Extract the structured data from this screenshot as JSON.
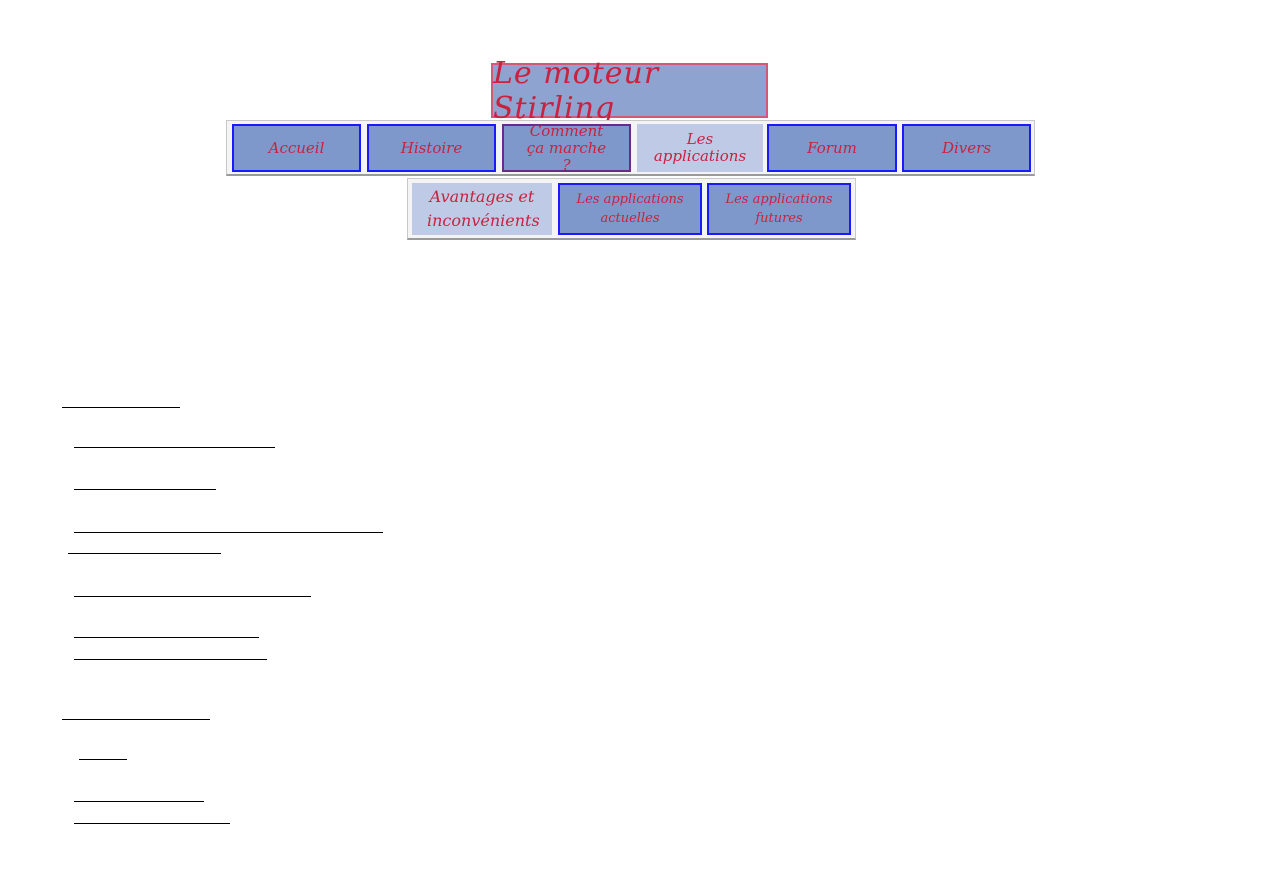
{
  "banner": {
    "title": "Le moteur Stirling"
  },
  "nav": {
    "items": [
      {
        "label": "Accueil"
      },
      {
        "label": "Histoire"
      },
      {
        "label": "Comment ça marche ?"
      },
      {
        "label": "Les applications"
      },
      {
        "label": "Forum"
      },
      {
        "label": "Divers"
      }
    ]
  },
  "subnav": {
    "items": [
      {
        "label": "Avantages et inconvénients"
      },
      {
        "label": "Les applications actuelles"
      },
      {
        "label": "Les applications futures"
      }
    ]
  },
  "colors": {
    "button_fill": "#7f98cc",
    "button_border": "#1a1aff",
    "active_fill": "#bfcbe6",
    "label_text": "#c8223f"
  }
}
